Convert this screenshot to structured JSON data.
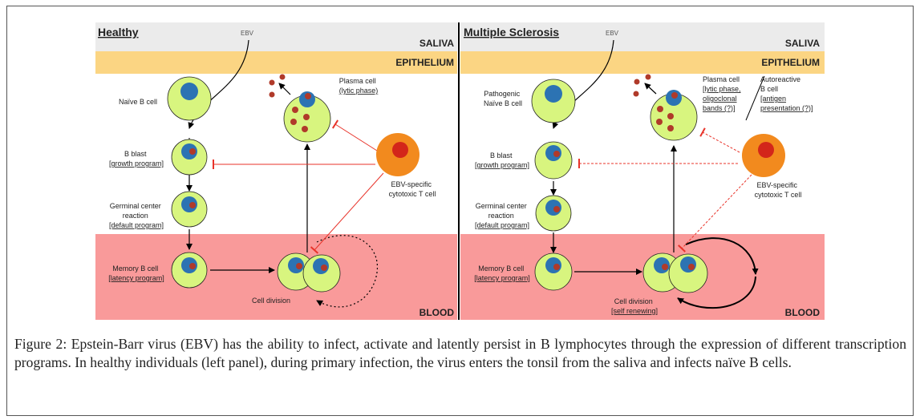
{
  "colors": {
    "saliva": "#ebebeb",
    "epithelium": "#fbd583",
    "blood": "#f99a9a",
    "cell_fill": "#d8f57f",
    "nucleus": "#2c73b3",
    "virus": "#b03a2a",
    "t_cell": "#f28a1e",
    "t_cell_nucleus": "#d3261a",
    "inhibit": "#e8332a"
  },
  "icons": {
    "arrow": "arrow-icon",
    "inhibition": "inhibition-bar-icon"
  },
  "left_panel": {
    "title": "Healthy",
    "saliva_label": "SALIVA",
    "epithelium_label": "EPITHELIUM",
    "blood_label": "BLOOD",
    "ebv_label": "EBV",
    "naive_b_cell": "Naïve B cell",
    "b_blast": [
      "B blast",
      "[growth program]"
    ],
    "germinal_center": [
      "Germinal center",
      "reaction",
      "[default program]"
    ],
    "memory_b_cell": [
      "Memory B cell",
      "[latency program]"
    ],
    "cell_division": "Cell division",
    "plasma_cell": [
      "Plasma cell",
      "(lytic phase)"
    ],
    "t_cell": [
      "EBV-specific",
      "cytotoxic T cell"
    ]
  },
  "right_panel": {
    "title": "Multiple Sclerosis",
    "saliva_label": "SALIVA",
    "epithelium_label": "EPITHELIUM",
    "blood_label": "BLOOD",
    "ebv_label": "EBV",
    "naive_b_cell": [
      "Pathogenic",
      "Naïve B cell"
    ],
    "b_blast": [
      "B blast",
      "[growth program]"
    ],
    "germinal_center": [
      "Germinal center",
      "reaction",
      "[default program]"
    ],
    "memory_b_cell": [
      "Memory B cell",
      "[latency program]"
    ],
    "cell_division": [
      "Cell division",
      "[self renewing]"
    ],
    "plasma_cell": [
      "Plasma cell",
      "[lytic phase,",
      "oligoclonal",
      "bands (?)]"
    ],
    "autoreactive": [
      "Autoreactive",
      "B cell",
      "[antigen",
      "presentation (?)]"
    ],
    "t_cell": [
      "EBV-specific",
      "cytotoxic T cell"
    ]
  },
  "caption": {
    "label": "Figure 2:",
    "text": " Epstein-Barr virus (EBV) has the ability to infect, activate and latently persist in B lymphocytes through the expression of different transcription programs. In healthy individuals (left panel), during primary infection, the virus enters the tonsil from the saliva and infects naïve B cells."
  }
}
